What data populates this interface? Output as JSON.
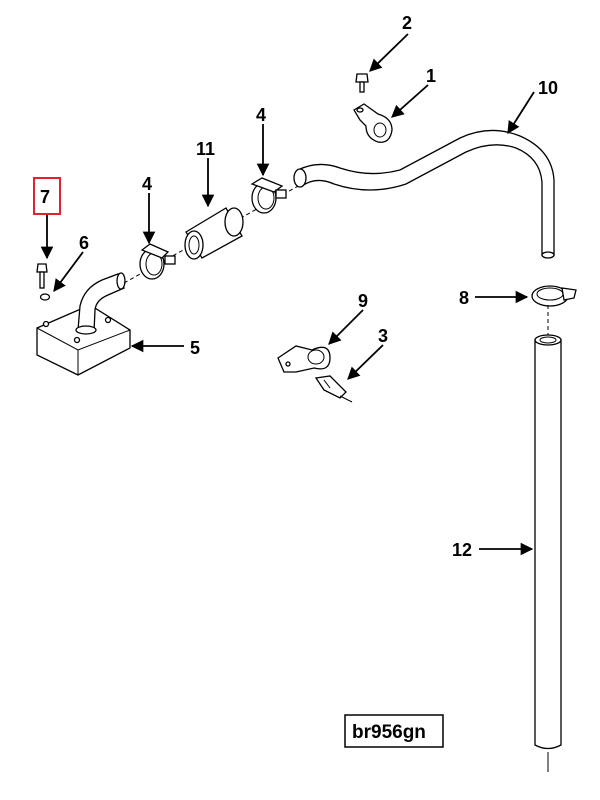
{
  "callouts": {
    "c1": "1",
    "c2": "2",
    "c3": "3",
    "c4a": "4",
    "c4b": "4",
    "c5": "5",
    "c6": "6",
    "c7": "7",
    "c8": "8",
    "c9": "9",
    "c10": "10",
    "c11": "11",
    "c12": "12"
  },
  "reference_code": "br956gn",
  "colors": {
    "highlight": "#e0242b",
    "ink": "#000000",
    "background": "#ffffff"
  }
}
